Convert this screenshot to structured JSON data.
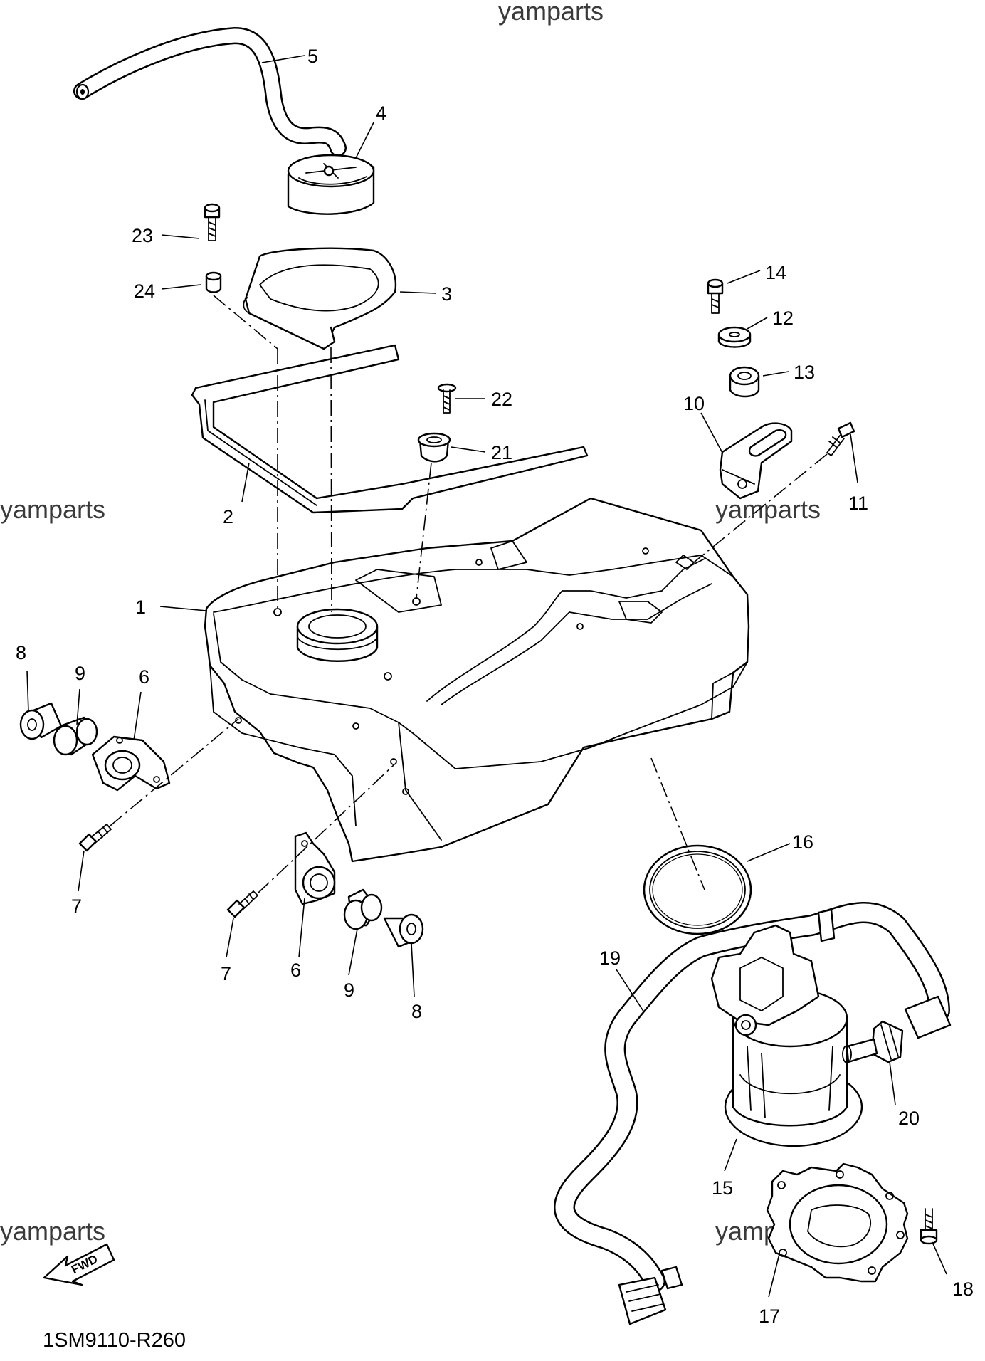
{
  "watermark": "yamparts",
  "diagram_code": "1SM9110-R260",
  "fwd_label": "FWD",
  "part_labels": {
    "p1": "1",
    "p2": "2",
    "p3": "3",
    "p4": "4",
    "p5": "5",
    "p6a": "6",
    "p6b": "6",
    "p7a": "7",
    "p7b": "7",
    "p8a": "8",
    "p8b": "8",
    "p9a": "9",
    "p9b": "9",
    "p10": "10",
    "p11": "11",
    "p12": "12",
    "p13": "13",
    "p14": "14",
    "p15": "15",
    "p16": "16",
    "p17": "17",
    "p18": "18",
    "p19": "19",
    "p20": "20",
    "p21": "21",
    "p22": "22",
    "p23": "23",
    "p24": "24"
  }
}
